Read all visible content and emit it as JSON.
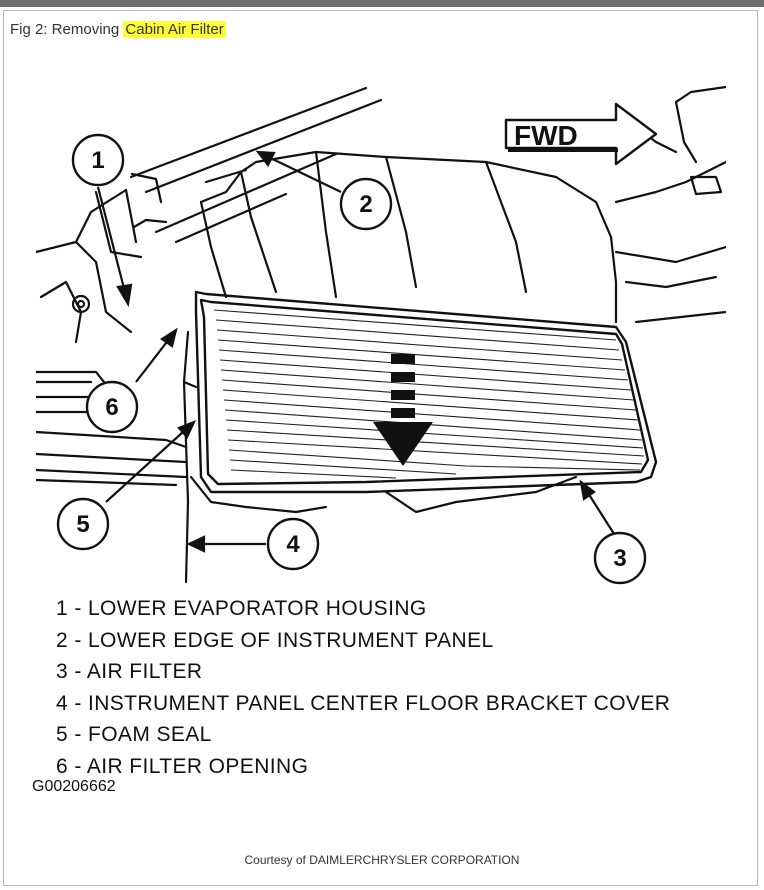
{
  "figure": {
    "title_prefix": "Fig 2: Removing",
    "title_highlight": "Cabin Air Filter",
    "highlight_color": "#ffff33"
  },
  "diagram": {
    "direction_label": "FWD",
    "callouts": [
      "1",
      "2",
      "3",
      "4",
      "5",
      "6"
    ]
  },
  "legend": [
    {
      "num": "1",
      "text": "LOWER EVAPORATOR HOUSING"
    },
    {
      "num": "2",
      "text": "LOWER EDGE OF INSTRUMENT PANEL"
    },
    {
      "num": "3",
      "text": "AIR FILTER"
    },
    {
      "num": "4",
      "text": "INSTRUMENT PANEL CENTER FLOOR BRACKET COVER"
    },
    {
      "num": "5",
      "text": "FOAM SEAL"
    },
    {
      "num": "6",
      "text": "AIR FILTER OPENING"
    }
  ],
  "figure_id": "G00206662",
  "courtesy": "Courtesy of DAIMLERCHRYSLER CORPORATION"
}
